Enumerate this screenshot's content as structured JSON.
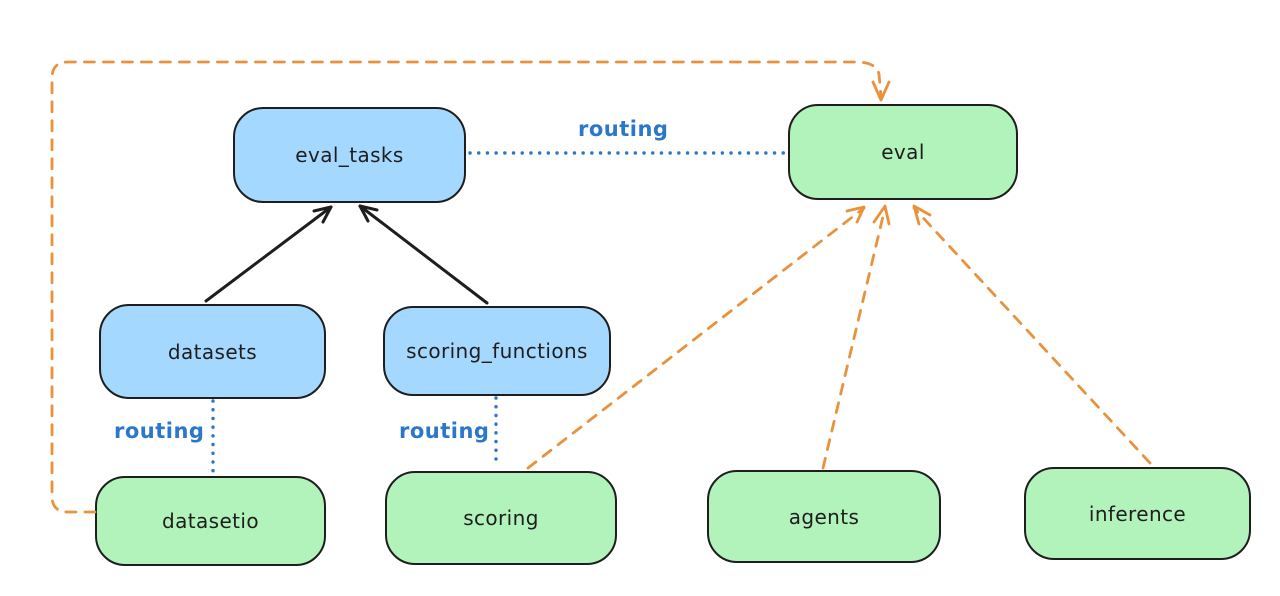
{
  "diagram": {
    "background_color": "#ffffff",
    "colors": {
      "blue_node_fill": "#a5d8ff",
      "green_node_fill": "#b2f2bb",
      "node_border": "#1e1e1e",
      "black_arrow": "#1e1e1e",
      "orange_dashed_arrow": "#e8923e",
      "routing_blue": "#2b77c9"
    },
    "nodes": [
      {
        "id": "eval_tasks",
        "label": "eval_tasks",
        "color": "blue"
      },
      {
        "id": "eval",
        "label": "eval",
        "color": "green"
      },
      {
        "id": "datasets",
        "label": "datasets",
        "color": "blue"
      },
      {
        "id": "scoring_functions",
        "label": "scoring_functions",
        "color": "blue"
      },
      {
        "id": "datasetio",
        "label": "datasetio",
        "color": "green"
      },
      {
        "id": "scoring",
        "label": "scoring",
        "color": "green"
      },
      {
        "id": "agents",
        "label": "agents",
        "color": "green"
      },
      {
        "id": "inference",
        "label": "inference",
        "color": "green"
      }
    ],
    "edges": [
      {
        "from": "datasets",
        "to": "eval_tasks",
        "style": "solid-black-arrow"
      },
      {
        "from": "scoring_functions",
        "to": "eval_tasks",
        "style": "solid-black-arrow"
      },
      {
        "from": "eval_tasks",
        "to": "eval",
        "style": "dotted-blue-line",
        "label": "routing"
      },
      {
        "from": "datasets",
        "to": "datasetio",
        "style": "dotted-blue-line",
        "label": "routing"
      },
      {
        "from": "scoring_functions",
        "to": "scoring",
        "style": "dotted-blue-line",
        "label": "routing"
      },
      {
        "from": "datasetio",
        "to": "eval",
        "style": "dashed-orange-arrow"
      },
      {
        "from": "scoring",
        "to": "eval",
        "style": "dashed-orange-arrow"
      },
      {
        "from": "agents",
        "to": "eval",
        "style": "dashed-orange-arrow"
      },
      {
        "from": "inference",
        "to": "eval",
        "style": "dashed-orange-arrow"
      }
    ]
  }
}
